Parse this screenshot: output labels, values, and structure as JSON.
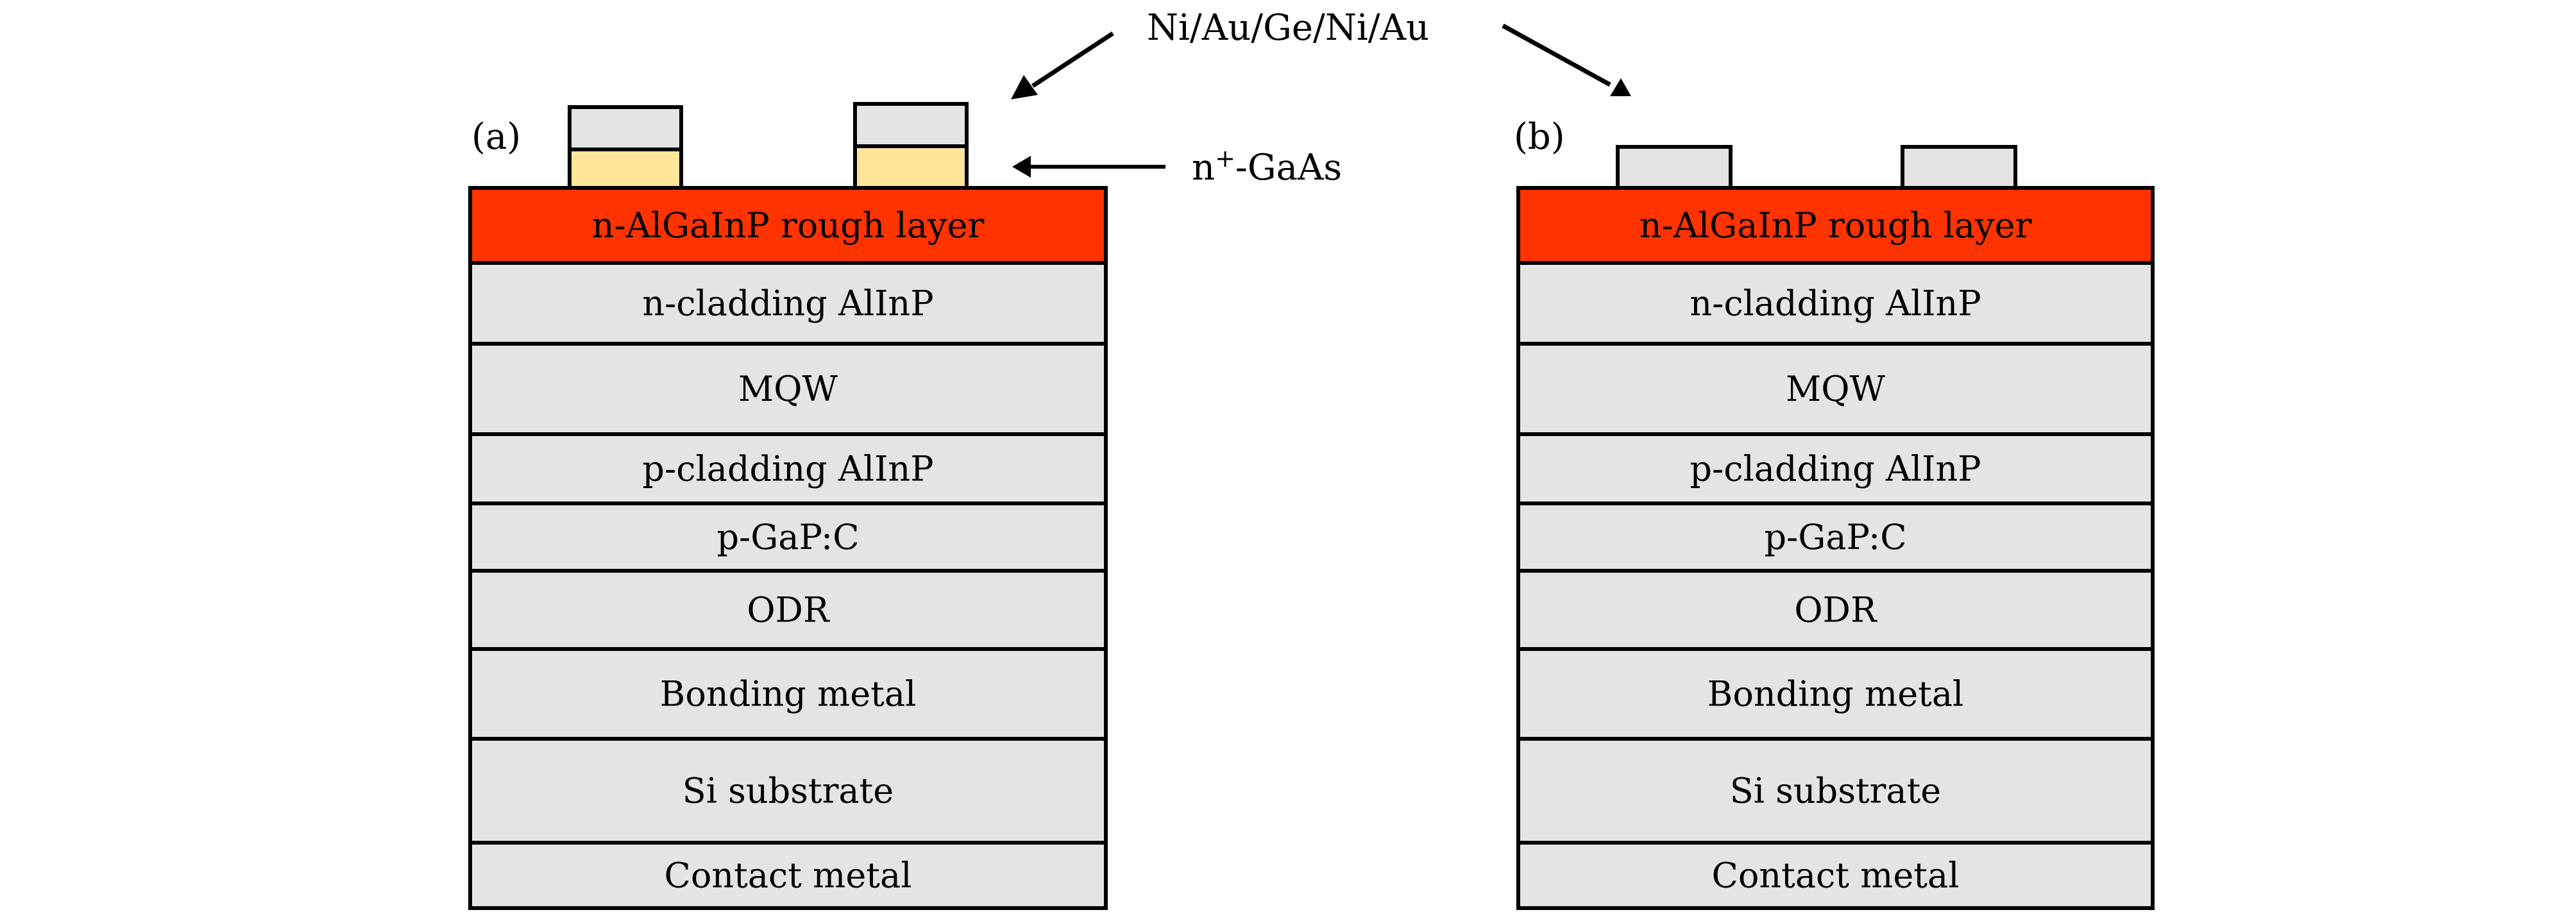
{
  "figure": {
    "annotations": {
      "metal_stack": "Ni/Au/Ge/Ni/Au",
      "cap_layer_prefix": "n",
      "cap_layer_superscript": "+",
      "cap_layer_suffix": "-GaAs"
    },
    "colors": {
      "rough_layer": "#ff3300",
      "layer_fill": "#e4e4e4",
      "gaas_cap": "#ffe599",
      "metal_contact": "#e4e4e4",
      "outline": "#000000",
      "background": "#ffffff"
    },
    "layers": [
      {
        "name": "n-AlGaInP rough layer",
        "type": "rough"
      },
      {
        "name": "n-cladding AlInP",
        "type": "normal"
      },
      {
        "name": "MQW",
        "type": "normal"
      },
      {
        "name": "p-cladding AlInP",
        "type": "normal"
      },
      {
        "name": "p-GaP:C",
        "type": "normal"
      },
      {
        "name": "ODR",
        "type": "normal"
      },
      {
        "name": "Bonding metal",
        "type": "normal"
      },
      {
        "name": "Si substrate",
        "type": "normal"
      },
      {
        "name": "Contact metal",
        "type": "normal"
      }
    ],
    "panels": [
      {
        "id": "a",
        "label": "(a)",
        "contacts_have_gaas_cap": true,
        "contact_count": 2
      },
      {
        "id": "b",
        "label": "(b)",
        "contacts_have_gaas_cap": false,
        "contact_count": 2
      }
    ]
  }
}
